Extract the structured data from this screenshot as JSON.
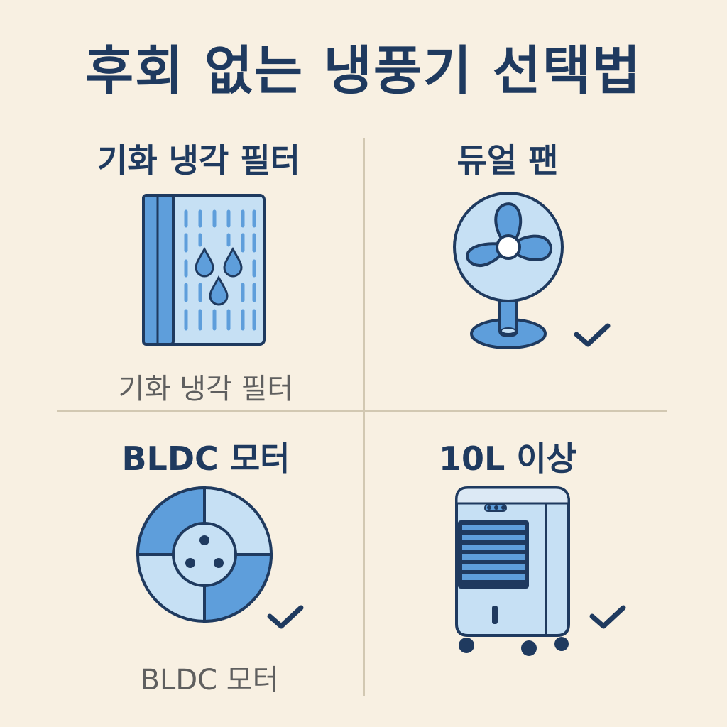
{
  "title": "후회 없는 냉풍기 선택법",
  "colors": {
    "background": "#f8f0e2",
    "navy": "#1f3a5f",
    "blue": "#5e9edb",
    "light_blue": "#c6e0f4",
    "divider": "#d2c8b2"
  },
  "cells": [
    {
      "title": "기화 냉각 필터",
      "caption": "기화 냉각 필터",
      "icon": "evaporative-filter-icon",
      "checked": false
    },
    {
      "title": "듀얼 팬",
      "caption": "",
      "icon": "fan-icon",
      "checked": true
    },
    {
      "title": "BLDC 모터",
      "caption": "BLDC 모터",
      "icon": "motor-icon",
      "checked": true
    },
    {
      "title": "10L 이상",
      "caption": "",
      "icon": "air-cooler-icon",
      "checked": true
    }
  ]
}
